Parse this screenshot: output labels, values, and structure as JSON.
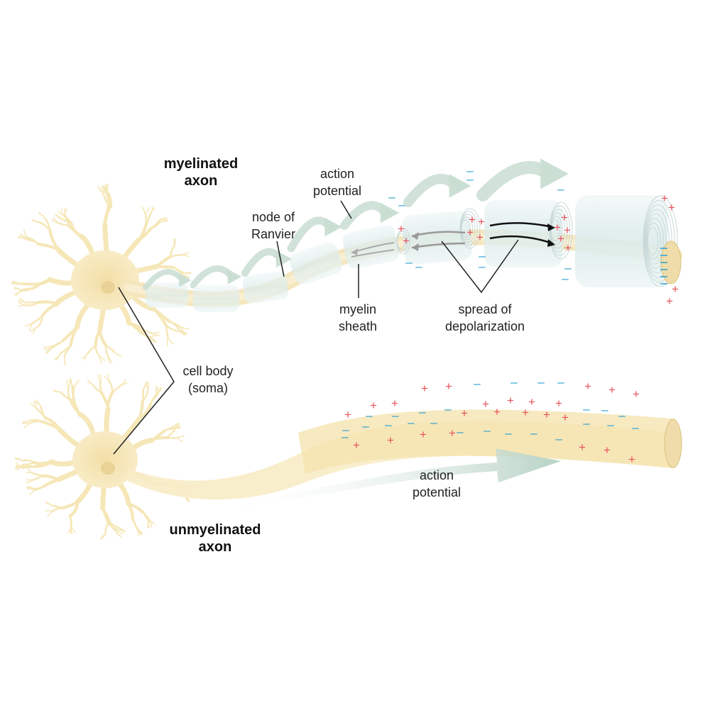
{
  "labels": {
    "myelinated_1": "myelinated",
    "myelinated_2": "axon",
    "action_potential_top_1": "action",
    "action_potential_top_2": "potential",
    "node_1": "node of",
    "node_2": "Ranvier",
    "myelin_1": "myelin",
    "myelin_2": "sheath",
    "spread_1": "spread of",
    "spread_2": "depolarization",
    "cell_body_1": "cell body",
    "cell_body_2": "(soma)",
    "action_potential_bottom_1": "action",
    "action_potential_bottom_2": "potential",
    "unmyelinated_1": "unmyelinated",
    "unmyelinated_2": "axon"
  },
  "symbols": {
    "plus": "+",
    "minus": "–"
  },
  "colors": {
    "neuron": "#f6e7b8",
    "neuron_edge": "#ead59a",
    "axon_fill": "#f8ecc4",
    "myelin": "#e3efee",
    "arrow_green": "#c9ddd2",
    "plus": "#e8505b",
    "minus": "#2a9fd0",
    "leader": "#222222"
  }
}
